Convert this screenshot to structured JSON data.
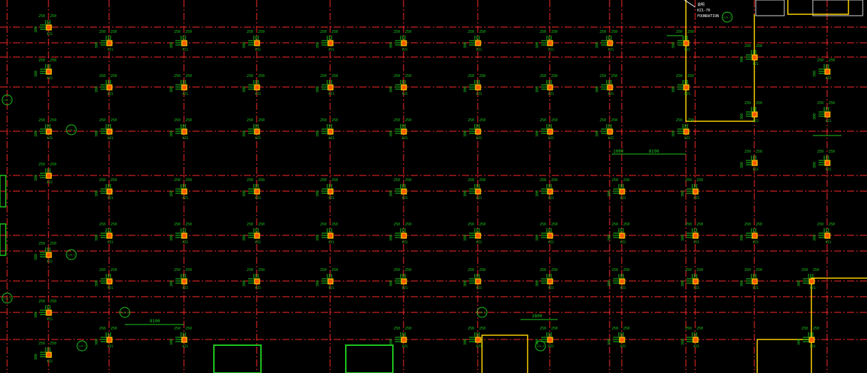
{
  "colors": {
    "background": "#000000",
    "axis_line": "#ff2a2a",
    "annotation": "#1ec81e",
    "column": "#ffd200",
    "column_core": "#ff5a00",
    "wall_hatch": "#d7d7d7",
    "note_text": "#ffffff"
  },
  "labels": {
    "dim_a": "250",
    "dim_b": "300",
    "column_tag": "KZ1",
    "axis_bubble": "1/A-1",
    "span_label": "8100",
    "span_label_b": "2800",
    "span_label_c": "1000",
    "note_line_1": "说明",
    "note_line_2": "KZ1-70",
    "note_line_3": "FOUNDATION"
  }
}
